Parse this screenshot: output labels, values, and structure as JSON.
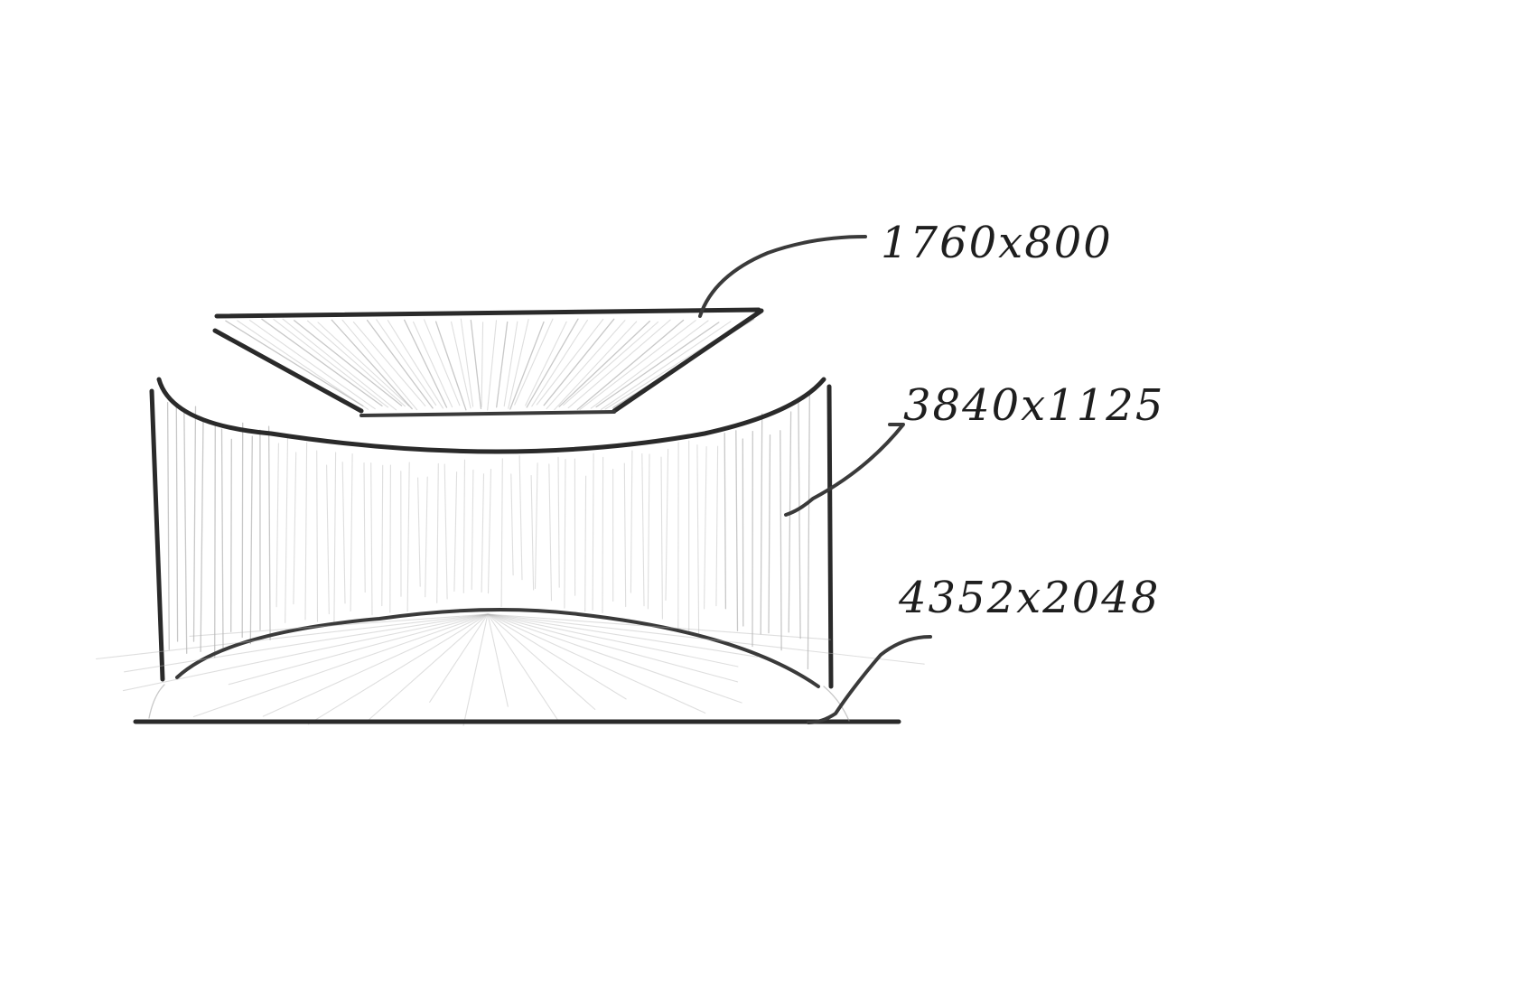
{
  "diagram": {
    "labels": [
      {
        "id": "top-plate",
        "text": "1760x800"
      },
      {
        "id": "curved-wall",
        "text": "3840x1125"
      },
      {
        "id": "floor",
        "text": "4352x2048"
      }
    ],
    "colors": {
      "ink": "#2a2a2a",
      "hatch": "#9a9a9a",
      "background": "#ffffff"
    }
  }
}
